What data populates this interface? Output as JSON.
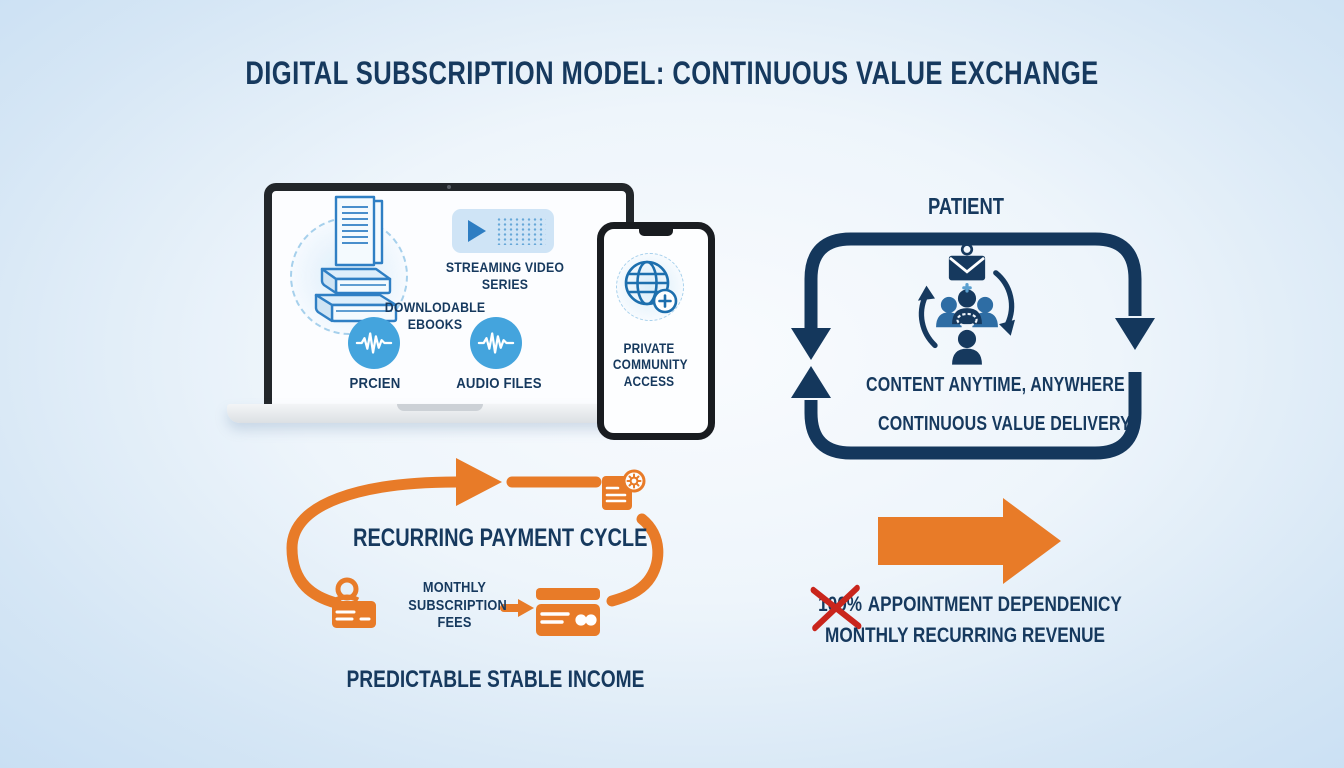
{
  "title": "DIGITAL SUBSCRIPTION MODEL: CONTINUOUS VALUE EXCHANGE",
  "laptop": {
    "streaming_label": "STREAMING VIDEO SERIES",
    "ebooks_label": "DOWNLODABLE EBOOKS",
    "audio_left_label": "PRCIEN",
    "audio_right_label": "AUDIO FILES"
  },
  "phone": {
    "label": "PRIVATE COMMUNITY ACCESS"
  },
  "patient": {
    "title": "PATIENT",
    "benefit_line1": "CONTENT ANYTIME, ANYWHERE",
    "benefit_line2": "CONTINUOUS VALUE DELIVERY"
  },
  "payment": {
    "title": "RECURRING PAYMENT CYCLE",
    "fees_label": "MONTHLY SUBSCRIPTION FEES",
    "outcome_label": "PREDICTABLE STABLE INCOME"
  },
  "revenue": {
    "crossed_text": "100%",
    "line1_rest": "APPOINTMENT DEPENDENICY",
    "line2": "MONTHLY RECURRING REVENUE"
  },
  "colors": {
    "navy": "#16395e",
    "orange": "#e87b28",
    "sky_blue": "#44a4dd",
    "panel_blue": "#cfe4f6",
    "red_x": "#c9251c"
  }
}
